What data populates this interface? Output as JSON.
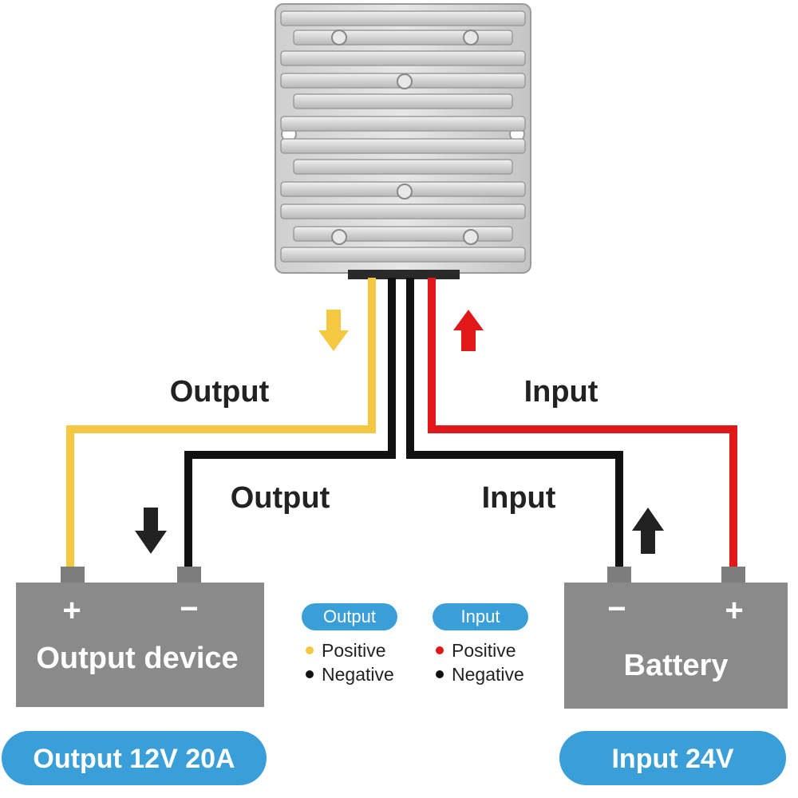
{
  "colors": {
    "positive_output": "#f5c842",
    "negative": "#111111",
    "positive_input": "#e01818",
    "battery_gray": "#8a8a8a",
    "pill_blue": "#3a9fd8"
  },
  "converter": {
    "icon": "heatsink-converter-icon"
  },
  "wire_labels": {
    "output_positive": "Output",
    "output_negative": "Output",
    "input_positive": "Input",
    "input_negative": "Input"
  },
  "output_device": {
    "label": "Output device",
    "plus": "+",
    "minus": "−"
  },
  "battery": {
    "label": "Battery",
    "plus": "+",
    "minus": "−"
  },
  "legend": {
    "output": {
      "title": "Output",
      "positive": "Positive",
      "negative": "Negative"
    },
    "input": {
      "title": "Input",
      "positive": "Positive",
      "negative": "Negative"
    }
  },
  "badges": {
    "output_spec": "Output 12V 20A",
    "input_spec": "Input 24V"
  }
}
